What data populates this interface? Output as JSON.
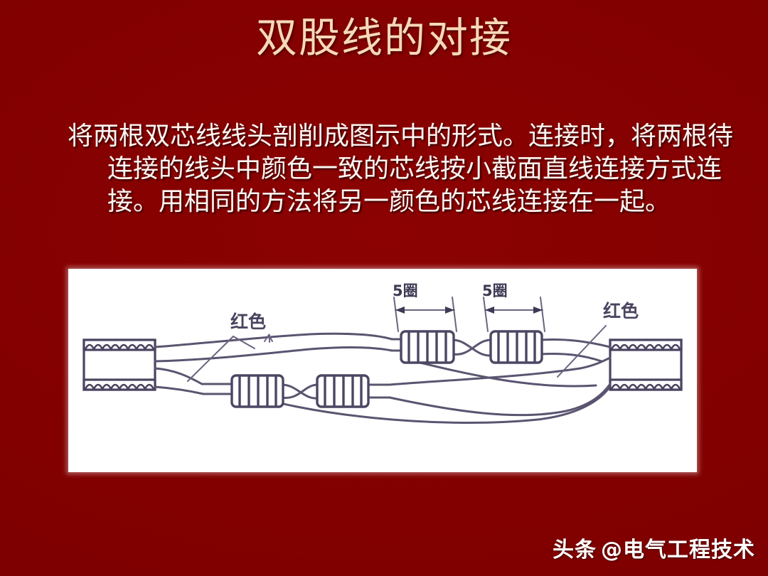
{
  "slide": {
    "title": "双股线的对接",
    "body_text": "将两根双芯线线头剖削成图示中的形式。连接时，将两根待连接的线头中颜色一致的芯线按小截面直线连接方式连接。用相同的方法将另一颜色的芯线连接在一起。",
    "background_color": "#800000",
    "title_color": "#f6d9b8",
    "body_color": "#fdf6f2"
  },
  "figure": {
    "panel_background": "#ffffff",
    "line_color": "#5b5470",
    "labels": {
      "left_color_label": "红色",
      "right_color_label": "红色",
      "turns_label_1": "5圈",
      "turns_label_2": "5圈"
    }
  },
  "watermark": {
    "brand": "头条",
    "handle": "@电气工程技术"
  }
}
